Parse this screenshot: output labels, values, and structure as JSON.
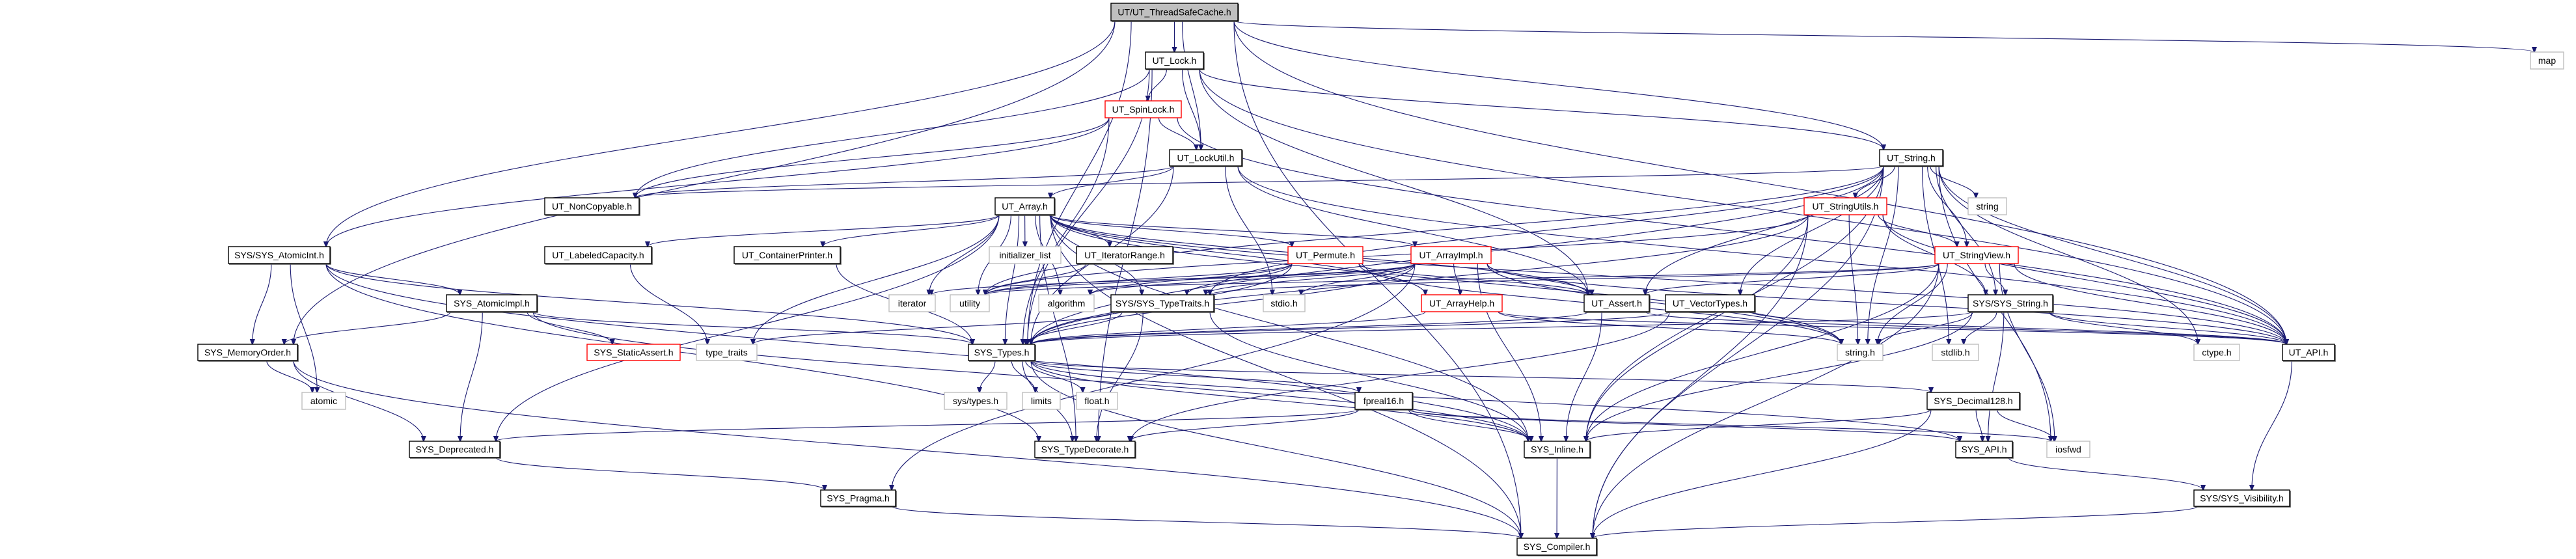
{
  "diagram": {
    "type": "include-dependency-graph",
    "colors": {
      "edge": "#191970",
      "root_fill": "#bfbfbf",
      "node_border": "#000000",
      "truncated_border": "#ff0000",
      "external_border": "#bfbfbf"
    },
    "nodes": {
      "root": {
        "label": "UT/UT_ThreadSafeCache.h",
        "style": "root"
      },
      "ut_lock": {
        "label": "UT_Lock.h",
        "style": "normal"
      },
      "ut_spinlock": {
        "label": "UT_SpinLock.h",
        "style": "red"
      },
      "ut_lockutil": {
        "label": "UT_LockUtil.h",
        "style": "normal"
      },
      "ut_string": {
        "label": "UT_String.h",
        "style": "normal"
      },
      "map": {
        "label": "map",
        "style": "external"
      },
      "ut_noncopyable": {
        "label": "UT_NonCopyable.h",
        "style": "normal"
      },
      "ut_array": {
        "label": "UT_Array.h",
        "style": "normal"
      },
      "ut_stringutils": {
        "label": "UT_StringUtils.h",
        "style": "red"
      },
      "string": {
        "label": "string",
        "style": "external"
      },
      "sys_atomicint": {
        "label": "SYS/SYS_AtomicInt.h",
        "style": "normal"
      },
      "ut_labeledcapacity": {
        "label": "UT_LabeledCapacity.h",
        "style": "normal"
      },
      "ut_containerprinter": {
        "label": "UT_ContainerPrinter.h",
        "style": "normal"
      },
      "initializer_list": {
        "label": "initializer_list",
        "style": "external"
      },
      "ut_iteratorrange": {
        "label": "UT_IteratorRange.h",
        "style": "normal"
      },
      "ut_permute": {
        "label": "UT_Permute.h",
        "style": "red"
      },
      "ut_arrayimpl": {
        "label": "UT_ArrayImpl.h",
        "style": "red"
      },
      "ut_stringview": {
        "label": "UT_StringView.h",
        "style": "red"
      },
      "sys_atomicimpl": {
        "label": "SYS_AtomicImpl.h",
        "style": "normal"
      },
      "iterator": {
        "label": "iterator",
        "style": "external"
      },
      "utility": {
        "label": "utility",
        "style": "external"
      },
      "algorithm": {
        "label": "algorithm",
        "style": "external"
      },
      "sys_typetraits": {
        "label": "SYS/SYS_TypeTraits.h",
        "style": "normal"
      },
      "stdio": {
        "label": "stdio.h",
        "style": "external"
      },
      "ut_arrayhelp": {
        "label": "UT_ArrayHelp.h",
        "style": "red"
      },
      "ut_assert": {
        "label": "UT_Assert.h",
        "style": "normal"
      },
      "ut_vectortypes": {
        "label": "UT_VectorTypes.h",
        "style": "normal"
      },
      "sys_string": {
        "label": "SYS/SYS_String.h",
        "style": "normal"
      },
      "sys_memoryorder": {
        "label": "SYS_MemoryOrder.h",
        "style": "normal"
      },
      "sys_staticassert": {
        "label": "SYS_StaticAssert.h",
        "style": "red"
      },
      "type_traits": {
        "label": "type_traits",
        "style": "external"
      },
      "sys_types": {
        "label": "SYS_Types.h",
        "style": "normal"
      },
      "string_h": {
        "label": "string.h",
        "style": "external"
      },
      "stdlib": {
        "label": "stdlib.h",
        "style": "external"
      },
      "ctype": {
        "label": "ctype.h",
        "style": "external"
      },
      "ut_api": {
        "label": "UT_API.h",
        "style": "normal"
      },
      "atomic": {
        "label": "atomic",
        "style": "external"
      },
      "sys_types_h": {
        "label": "sys/types.h",
        "style": "external"
      },
      "limits": {
        "label": "limits",
        "style": "external"
      },
      "float": {
        "label": "float.h",
        "style": "external"
      },
      "fpreal16": {
        "label": "fpreal16.h",
        "style": "normal"
      },
      "sys_decimal128": {
        "label": "SYS_Decimal128.h",
        "style": "normal"
      },
      "sys_deprecated": {
        "label": "SYS_Deprecated.h",
        "style": "normal"
      },
      "sys_typedecorate": {
        "label": "SYS_TypeDecorate.h",
        "style": "normal"
      },
      "sys_inline": {
        "label": "SYS_Inline.h",
        "style": "normal"
      },
      "sys_api": {
        "label": "SYS_API.h",
        "style": "normal"
      },
      "iosfwd": {
        "label": "iosfwd",
        "style": "external"
      },
      "sys_pragma": {
        "label": "SYS_Pragma.h",
        "style": "normal"
      },
      "sys_visibility": {
        "label": "SYS/SYS_Visibility.h",
        "style": "normal"
      },
      "sys_compiler": {
        "label": "SYS_Compiler.h",
        "style": "normal"
      }
    },
    "edges": [
      [
        "root",
        "ut_lock"
      ],
      [
        "root",
        "ut_lockutil"
      ],
      [
        "root",
        "ut_string"
      ],
      [
        "root",
        "map"
      ],
      [
        "root",
        "ut_api"
      ],
      [
        "root",
        "sys_types"
      ],
      [
        "root",
        "sys_atomicint"
      ],
      [
        "root",
        "sys_memoryorder"
      ],
      [
        "root",
        "sys_compiler"
      ],
      [
        "ut_lock",
        "ut_spinlock"
      ],
      [
        "ut_lock",
        "ut_lockutil"
      ],
      [
        "ut_lock",
        "ut_noncopyable"
      ],
      [
        "ut_lock",
        "ut_string"
      ],
      [
        "ut_lock",
        "ut_assert"
      ],
      [
        "ut_lock",
        "ut_api"
      ],
      [
        "ut_lock",
        "sys_types"
      ],
      [
        "ut_lock",
        "sys_typedecorate"
      ],
      [
        "ut_spinlock",
        "ut_lockutil"
      ],
      [
        "ut_spinlock",
        "sys_atomicint"
      ],
      [
        "ut_spinlock",
        "ut_noncopyable"
      ],
      [
        "ut_spinlock",
        "ut_api"
      ],
      [
        "ut_spinlock",
        "sys_types"
      ],
      [
        "ut_lockutil",
        "ut_array"
      ],
      [
        "ut_lockutil",
        "ut_noncopyable"
      ],
      [
        "ut_lockutil",
        "ut_assert"
      ],
      [
        "ut_lockutil",
        "ut_api"
      ],
      [
        "ut_lockutil",
        "stdio"
      ],
      [
        "ut_lockutil",
        "sys_types"
      ],
      [
        "ut_array",
        "ut_labeledcapacity"
      ],
      [
        "ut_array",
        "ut_containerprinter"
      ],
      [
        "ut_array",
        "initializer_list"
      ],
      [
        "ut_array",
        "ut_iteratorrange"
      ],
      [
        "ut_array",
        "ut_permute"
      ],
      [
        "ut_array",
        "ut_arrayimpl"
      ],
      [
        "ut_array",
        "ut_arrayhelp"
      ],
      [
        "ut_array",
        "ut_assert"
      ],
      [
        "ut_array",
        "ut_api"
      ],
      [
        "ut_array",
        "sys_compiler"
      ],
      [
        "ut_array",
        "sys_deprecated"
      ],
      [
        "ut_array",
        "sys_inline"
      ],
      [
        "ut_array",
        "sys_types"
      ],
      [
        "ut_array",
        "sys_typetraits"
      ],
      [
        "ut_array",
        "sys_typedecorate"
      ],
      [
        "ut_array",
        "iterator"
      ],
      [
        "ut_array",
        "utility"
      ],
      [
        "ut_array",
        "algorithm"
      ],
      [
        "ut_array",
        "string_h"
      ],
      [
        "ut_array",
        "type_traits"
      ],
      [
        "ut_string",
        "ut_stringutils"
      ],
      [
        "ut_string",
        "ut_stringview"
      ],
      [
        "ut_string",
        "string"
      ],
      [
        "ut_string",
        "ut_api"
      ],
      [
        "ut_string",
        "ut_assert"
      ],
      [
        "ut_string",
        "sys_string"
      ],
      [
        "ut_string",
        "sys_types"
      ],
      [
        "ut_string",
        "sys_inline"
      ],
      [
        "ut_string",
        "sys_compiler"
      ],
      [
        "ut_string",
        "string_h"
      ],
      [
        "ut_string",
        "stdlib"
      ],
      [
        "ut_string",
        "ctype"
      ],
      [
        "ut_string",
        "iosfwd"
      ],
      [
        "ut_string",
        "ut_vectortypes"
      ],
      [
        "ut_string",
        "utility"
      ],
      [
        "ut_string",
        "ut_noncopyable"
      ],
      [
        "ut_string",
        "sys_typetraits"
      ],
      [
        "ut_stringutils",
        "ut_stringview"
      ],
      [
        "ut_stringutils",
        "ut_api"
      ],
      [
        "ut_stringutils",
        "sys_string"
      ],
      [
        "ut_stringutils",
        "sys_inline"
      ],
      [
        "ut_stringutils",
        "string_h"
      ],
      [
        "ut_stringutils",
        "sys_compiler"
      ],
      [
        "ut_stringutils",
        "utility"
      ],
      [
        "ut_stringutils",
        "sys_types"
      ],
      [
        "ut_stringview",
        "ut_assert"
      ],
      [
        "ut_stringview",
        "ut_api"
      ],
      [
        "ut_stringview",
        "sys_string"
      ],
      [
        "ut_stringview",
        "sys_inline"
      ],
      [
        "ut_stringview",
        "sys_typetraits"
      ],
      [
        "ut_stringview",
        "string_h"
      ],
      [
        "ut_stringview",
        "iosfwd"
      ],
      [
        "ut_stringview",
        "sys_compiler"
      ],
      [
        "ut_stringview",
        "utility"
      ],
      [
        "ut_permute",
        "sys_types"
      ],
      [
        "ut_permute",
        "utility"
      ],
      [
        "ut_permute",
        "algorithm"
      ],
      [
        "ut_permute",
        "string_h"
      ],
      [
        "ut_permute",
        "ut_assert"
      ],
      [
        "ut_permute",
        "sys_typetraits"
      ],
      [
        "ut_arrayimpl",
        "ut_arrayhelp"
      ],
      [
        "ut_arrayimpl",
        "ut_assert"
      ],
      [
        "ut_arrayimpl",
        "sys_types"
      ],
      [
        "ut_arrayimpl",
        "utility"
      ],
      [
        "ut_arrayimpl",
        "algorithm"
      ],
      [
        "ut_arrayimpl",
        "stdio"
      ],
      [
        "ut_arrayimpl",
        "iterator"
      ],
      [
        "ut_arrayimpl",
        "string_h"
      ],
      [
        "ut_arrayimpl",
        "sys_inline"
      ],
      [
        "ut_arrayimpl",
        "sys_pragma"
      ],
      [
        "ut_arrayimpl",
        "ut_api"
      ],
      [
        "ut_arrayimpl",
        "sys_typetraits"
      ],
      [
        "ut_arrayhelp",
        "sys_types"
      ],
      [
        "ut_arrayhelp",
        "string_h"
      ],
      [
        "ut_arrayhelp",
        "ut_api"
      ],
      [
        "ut_assert",
        "ut_api"
      ],
      [
        "ut_assert",
        "sys_inline"
      ],
      [
        "ut_assert",
        "sys_types"
      ],
      [
        "ut_vectortypes",
        "sys_types"
      ],
      [
        "ut_vectortypes",
        "ut_api"
      ],
      [
        "ut_vectortypes",
        "sys_typedecorate"
      ],
      [
        "sys_string",
        "sys_types"
      ],
      [
        "sys_string",
        "sys_api"
      ],
      [
        "sys_string",
        "sys_inline"
      ],
      [
        "sys_string",
        "string_h"
      ],
      [
        "sys_string",
        "stdlib"
      ],
      [
        "sys_string",
        "ctype"
      ],
      [
        "sys_string",
        "ut_api"
      ],
      [
        "sys_typetraits",
        "sys_types"
      ],
      [
        "sys_typetraits",
        "type_traits"
      ],
      [
        "sys_typetraits",
        "sys_typedecorate"
      ],
      [
        "sys_typetraits",
        "sys_inline"
      ],
      [
        "sys_atomicint",
        "sys_atomicimpl"
      ],
      [
        "sys_atomicint",
        "sys_memoryorder"
      ],
      [
        "sys_atomicint",
        "atomic"
      ],
      [
        "sys_atomicint",
        "sys_types"
      ],
      [
        "sys_atomicint",
        "sys_typedecorate"
      ],
      [
        "sys_atomicint",
        "sys_inline"
      ],
      [
        "sys_atomicimpl",
        "sys_memoryorder"
      ],
      [
        "sys_atomicimpl",
        "sys_staticassert"
      ],
      [
        "sys_atomicimpl",
        "sys_deprecated"
      ],
      [
        "sys_atomicimpl",
        "sys_types"
      ],
      [
        "sys_atomicimpl",
        "sys_inline"
      ],
      [
        "sys_memoryorder",
        "atomic"
      ],
      [
        "sys_memoryorder",
        "sys_deprecated"
      ],
      [
        "sys_memoryorder",
        "sys_compiler"
      ],
      [
        "ut_labeledcapacity",
        "type_traits"
      ],
      [
        "ut_containerprinter",
        "sys_types"
      ],
      [
        "ut_iteratorrange",
        "utility"
      ],
      [
        "sys_types",
        "sys_types_h"
      ],
      [
        "sys_types",
        "limits"
      ],
      [
        "sys_types",
        "float"
      ],
      [
        "sys_types",
        "fpreal16"
      ],
      [
        "sys_types",
        "sys_decimal128"
      ],
      [
        "sys_types",
        "sys_inline"
      ],
      [
        "sys_types",
        "sys_compiler"
      ],
      [
        "sys_types",
        "sys_typedecorate"
      ],
      [
        "sys_types",
        "sys_api"
      ],
      [
        "fpreal16",
        "sys_deprecated"
      ],
      [
        "fpreal16",
        "sys_typedecorate"
      ],
      [
        "fpreal16",
        "sys_inline"
      ],
      [
        "fpreal16",
        "sys_api"
      ],
      [
        "fpreal16",
        "iosfwd"
      ],
      [
        "sys_decimal128",
        "sys_api"
      ],
      [
        "sys_decimal128",
        "iosfwd"
      ],
      [
        "sys_decimal128",
        "sys_inline"
      ],
      [
        "sys_decimal128",
        "sys_compiler"
      ],
      [
        "sys_deprecated",
        "sys_pragma"
      ],
      [
        "sys_pragma",
        "sys_compiler"
      ],
      [
        "sys_inline",
        "sys_compiler"
      ],
      [
        "sys_api",
        "sys_visibility"
      ],
      [
        "ut_api",
        "sys_visibility"
      ],
      [
        "sys_visibility",
        "sys_compiler"
      ]
    ]
  }
}
